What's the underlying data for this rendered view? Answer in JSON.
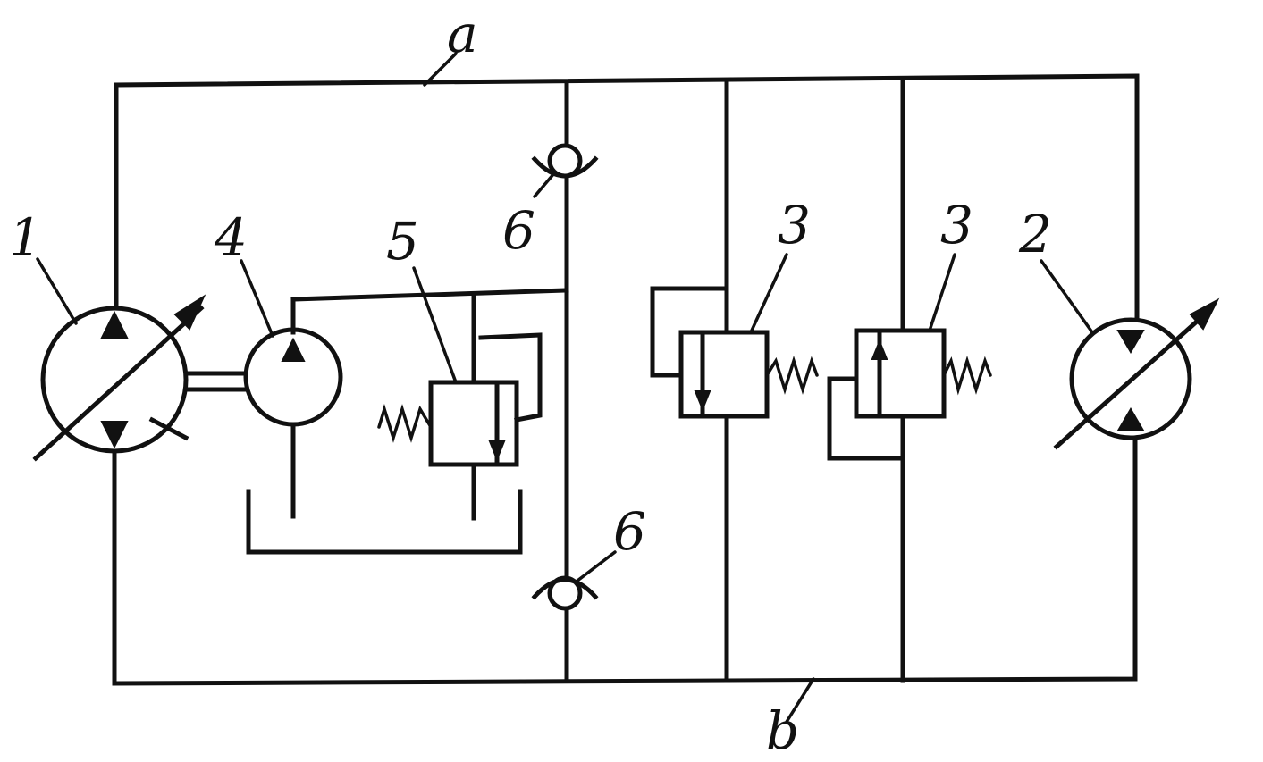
{
  "labels": {
    "line_top": "a",
    "line_bottom": "b",
    "pump_main": "1",
    "motor": "2",
    "relief_valve_left": "3",
    "relief_valve_right": "3",
    "charge_pump": "4",
    "charge_relief_valve": "5",
    "check_valve_top": "6",
    "check_valve_bottom": "6"
  },
  "colors": {
    "ink": "#111111",
    "background": "#ffffff"
  }
}
